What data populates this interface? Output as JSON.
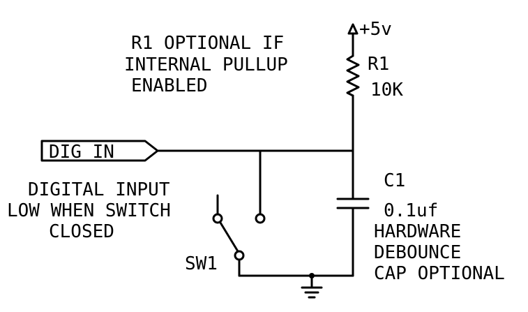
{
  "notes": {
    "r1_note": [
      "R1 OPTIONAL IF",
      "INTERNAL PULLUP",
      "ENABLED"
    ],
    "switch_note": [
      "DIGITAL INPUT",
      "LOW WHEN SWITCH",
      "CLOSED"
    ],
    "cap_note": [
      "HARDWARE",
      "DEBOUNCE",
      "CAP OPTIONAL"
    ]
  },
  "power": {
    "label": "+5v"
  },
  "input_port": {
    "label": "DIG IN"
  },
  "resistor": {
    "ref": "R1",
    "value": "10K"
  },
  "capacitor": {
    "ref": "C1",
    "value": "0.1uf"
  },
  "switch": {
    "ref": "SW1"
  }
}
